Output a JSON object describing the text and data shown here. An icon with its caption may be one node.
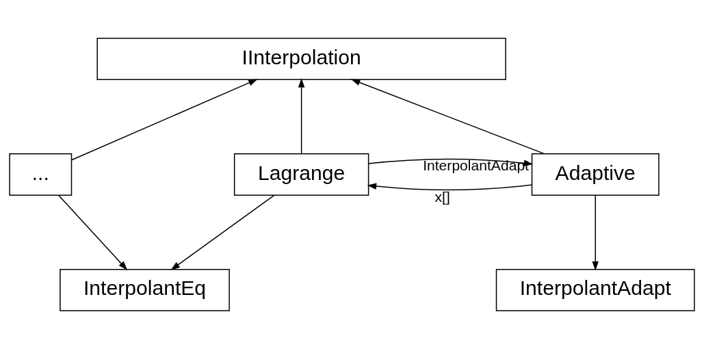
{
  "diagram": {
    "nodes": [
      {
        "text": [
          "IInterpolation"
        ]
      },
      {
        "text": [
          "..."
        ]
      },
      {
        "text": [
          "Lagrange"
        ]
      },
      {
        "text": [
          "Adaptive"
        ]
      },
      {
        "text": [
          "InterpolantEq"
        ]
      },
      {
        "text": [
          "InterpolantAdapt"
        ]
      }
    ],
    "edges": [
      {
        "from": 1,
        "to": 0,
        "arrow": "to"
      },
      {
        "from": 2,
        "to": 0,
        "arrow": "to"
      },
      {
        "from": 3,
        "to": 0,
        "arrow": "to"
      },
      {
        "from": 3,
        "to": 2,
        "arrow": "to",
        "label": "x[]"
      },
      {
        "from": 2,
        "to": 3,
        "arrow": "to",
        "label": "InterpolantAdapt"
      },
      {
        "from": 1,
        "to": 4,
        "arrow": "to"
      },
      {
        "from": 2,
        "to": 4,
        "arrow": "to"
      },
      {
        "from": 3,
        "to": 5,
        "arrow": "to"
      }
    ]
  }
}
